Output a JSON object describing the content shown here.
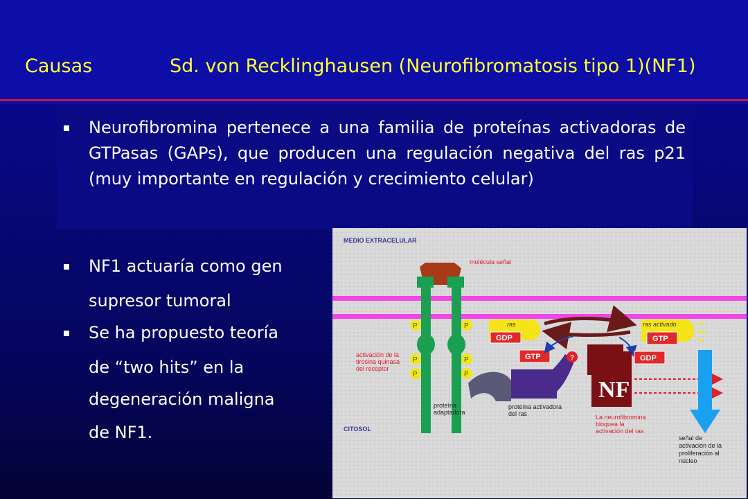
{
  "header": {
    "section": "Causas",
    "title": "Sd. von Recklinghausen (Neurofibromatosis tipo 1)(NF1)"
  },
  "bullets": {
    "b1": "Neurofibromina pertenece a una familia  de proteínas activadoras de GTPasas (GAPs), que producen una regulación negativa del ras p21 (muy importante en regulación y crecimiento celular)",
    "b2_lines": [
      "NF1 actuaría como gen",
      "supresor tumoral"
    ],
    "b3_lines": [
      "Se ha propuesto teoría",
      "de “two hits” en la",
      "degeneración maligna",
      "de NF1."
    ]
  },
  "diagram": {
    "medio": "MEDIO EXTRACELULAR",
    "citosol": "CITOSOL",
    "molecula": "molécula señal",
    "ras": "ras",
    "ras_activado": "ras activado",
    "gdp": "GDP",
    "gtp": "GTP",
    "p": "P",
    "question": "?",
    "nf": "NF",
    "activacion_lines": [
      "activación de la",
      "tirosina quinasa",
      "del receptor"
    ],
    "proteina_adaptadora_lines": [
      "proteína",
      "adaptadora"
    ],
    "proteina_activadora_lines": [
      "proteína activadora",
      "del ras"
    ],
    "neurofibromina_lines": [
      "La neurofibromina",
      "bloquea la",
      "activación del ras"
    ],
    "senal_lines": [
      "señal de",
      "activación de la",
      "proliferación al",
      "núcleo"
    ]
  }
}
